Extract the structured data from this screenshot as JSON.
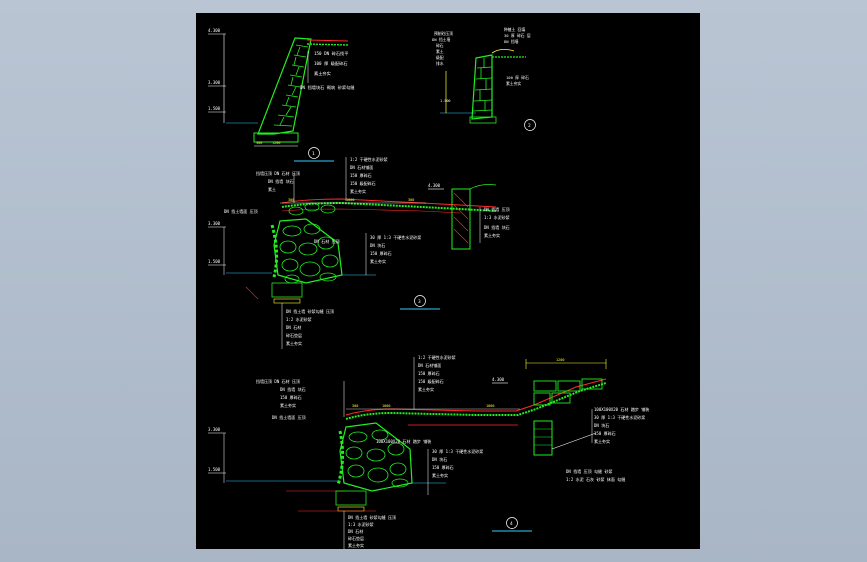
{
  "viewport": {
    "background_top": "#b9c5d3",
    "background_bottom": "#a9b6c6",
    "sheet_background": "#000000"
  },
  "colors": {
    "green": "#22ee22",
    "white": "#ffffff",
    "yellow": "#ffff33",
    "red": "#ff2a2a",
    "cyan": "#33ccff",
    "gray": "#aaaaaa"
  },
  "detail_markers": [
    {
      "id": "d1",
      "label": "1"
    },
    {
      "id": "d2",
      "label": "2"
    },
    {
      "id": "d3",
      "label": "3"
    },
    {
      "id": "d4",
      "label": "4"
    }
  ],
  "detail1": {
    "elevations": [
      "4.300",
      "3.300",
      "1.500"
    ],
    "notes": [
      "150 DN 碎石找平",
      "100 厚 级配碎石",
      "素土夯实",
      "DN 挡墙块石 砌筑 砂浆勾缝"
    ],
    "base_dims": [
      "300",
      "1200"
    ]
  },
  "detail2": {
    "left_notes": [
      "预制砼压顶",
      "DN 挡土墙",
      "碎石",
      "素土",
      "级配",
      "排水"
    ],
    "right_notes": [
      "种植土 回填",
      "30 厚 碎石 层",
      "DN 挡墙",
      "100 厚 碎石",
      "素土夯实"
    ],
    "elevations": [
      "1.500"
    ]
  },
  "detail3": {
    "top_notes": [
      "1:2 干硬性水泥砂浆",
      "DN 石材铺面",
      "150 厚碎石",
      "150 级配碎石",
      "素土夯实"
    ],
    "left_callouts": [
      "挡墙压顶 DN 石材 压顶",
      "DN 挡墙 块石",
      "素土",
      "DN 挡土墙面 压顶"
    ],
    "mid_notes": [
      "DN 石材 压顶",
      "30 厚 1:3 干硬性水泥砂浆",
      "DN 块石",
      "150 厚碎石",
      "素土夯实"
    ],
    "bottom_notes": [
      "DN 挡土墙 砂浆勾缝 压顶",
      "1:2 水泥砂浆",
      "DN 石材",
      "碎石垫层",
      "素土夯实"
    ],
    "right_notes": [
      "DN 挡墙 压顶",
      "1:3 水泥砂浆",
      "DN 挡墙 块石",
      "素土夯实"
    ],
    "elevations": [
      "4.300",
      "3.300",
      "1.500"
    ],
    "dims": [
      "300",
      "1000",
      "300"
    ]
  },
  "detail4": {
    "top_notes": [
      "1:2 干硬性水泥砂浆",
      "DN 石材铺面",
      "150 厚碎石",
      "150 级配碎石",
      "素土夯实"
    ],
    "left_callouts": [
      "挡墙压顶 DN 石材 压顶",
      "DN 挡墙 块石",
      "150 厚碎石",
      "素土夯实",
      "DN 挡土墙面 压顶"
    ],
    "mid_notes": [
      "100X100X20 石材 踏步 铺装",
      "30 厚 1:3 干硬性水泥砂浆",
      "DN 块石",
      "150 厚碎石",
      "素土夯实"
    ],
    "right_notes": [
      "100X100X20 石材 踏步 铺装",
      "30 厚 1:3 干硬性水泥砂浆",
      "DN 块石",
      "150 厚碎石",
      "素土夯实"
    ],
    "bottom_notes": [
      "DN 挡土墙 砂浆勾缝 压顶",
      "1:3 水泥砂浆",
      "DN 石材",
      "碎石垫层",
      "素土夯实"
    ],
    "lower_right_notes": [
      "DN 挡墙 压顶 勾缝 砂浆",
      "1:2 水泥 石灰 砂浆 抹面 勾缝"
    ],
    "elevations": [
      "4.300",
      "3.300",
      "1.500"
    ],
    "dims": [
      "300",
      "1000",
      "1200",
      "1000"
    ]
  }
}
